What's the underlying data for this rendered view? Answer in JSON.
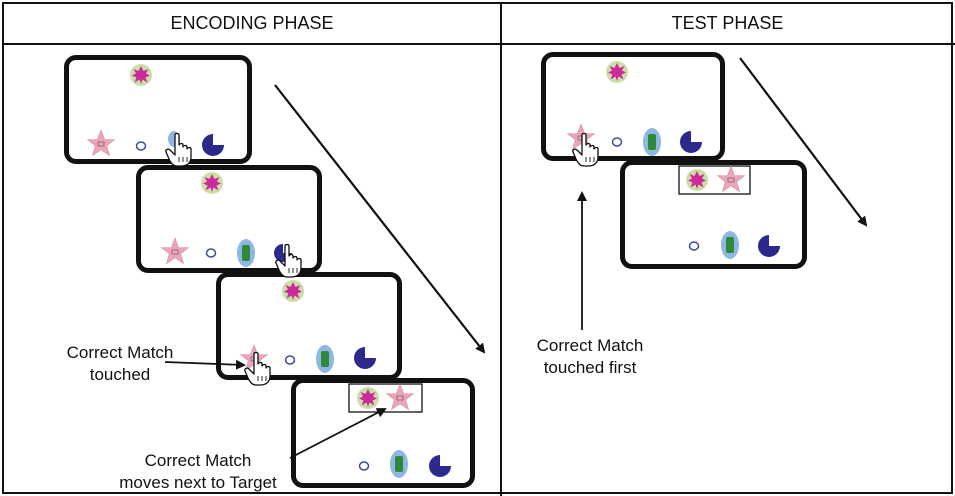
{
  "panels": {
    "encoding": {
      "title": "ENCODING PHASE"
    },
    "test": {
      "title": "TEST PHASE"
    }
  },
  "annotations": {
    "encoding_touched_line1": "Correct Match",
    "encoding_touched_line2": "touched",
    "encoding_moves_line1": "Correct Match",
    "encoding_moves_line2": "moves next to Target",
    "test_touched_line1": "Correct Match",
    "test_touched_line2": "touched first"
  },
  "colors": {
    "burst": "#cc2a9a",
    "burst_bg": "#c9dfa6",
    "star": "#eaa7b8",
    "pacman": "#2b2a8c",
    "oval": "#8fb7e4",
    "oval_inner": "#2e8a3a",
    "ring": "#3a4aa0"
  }
}
